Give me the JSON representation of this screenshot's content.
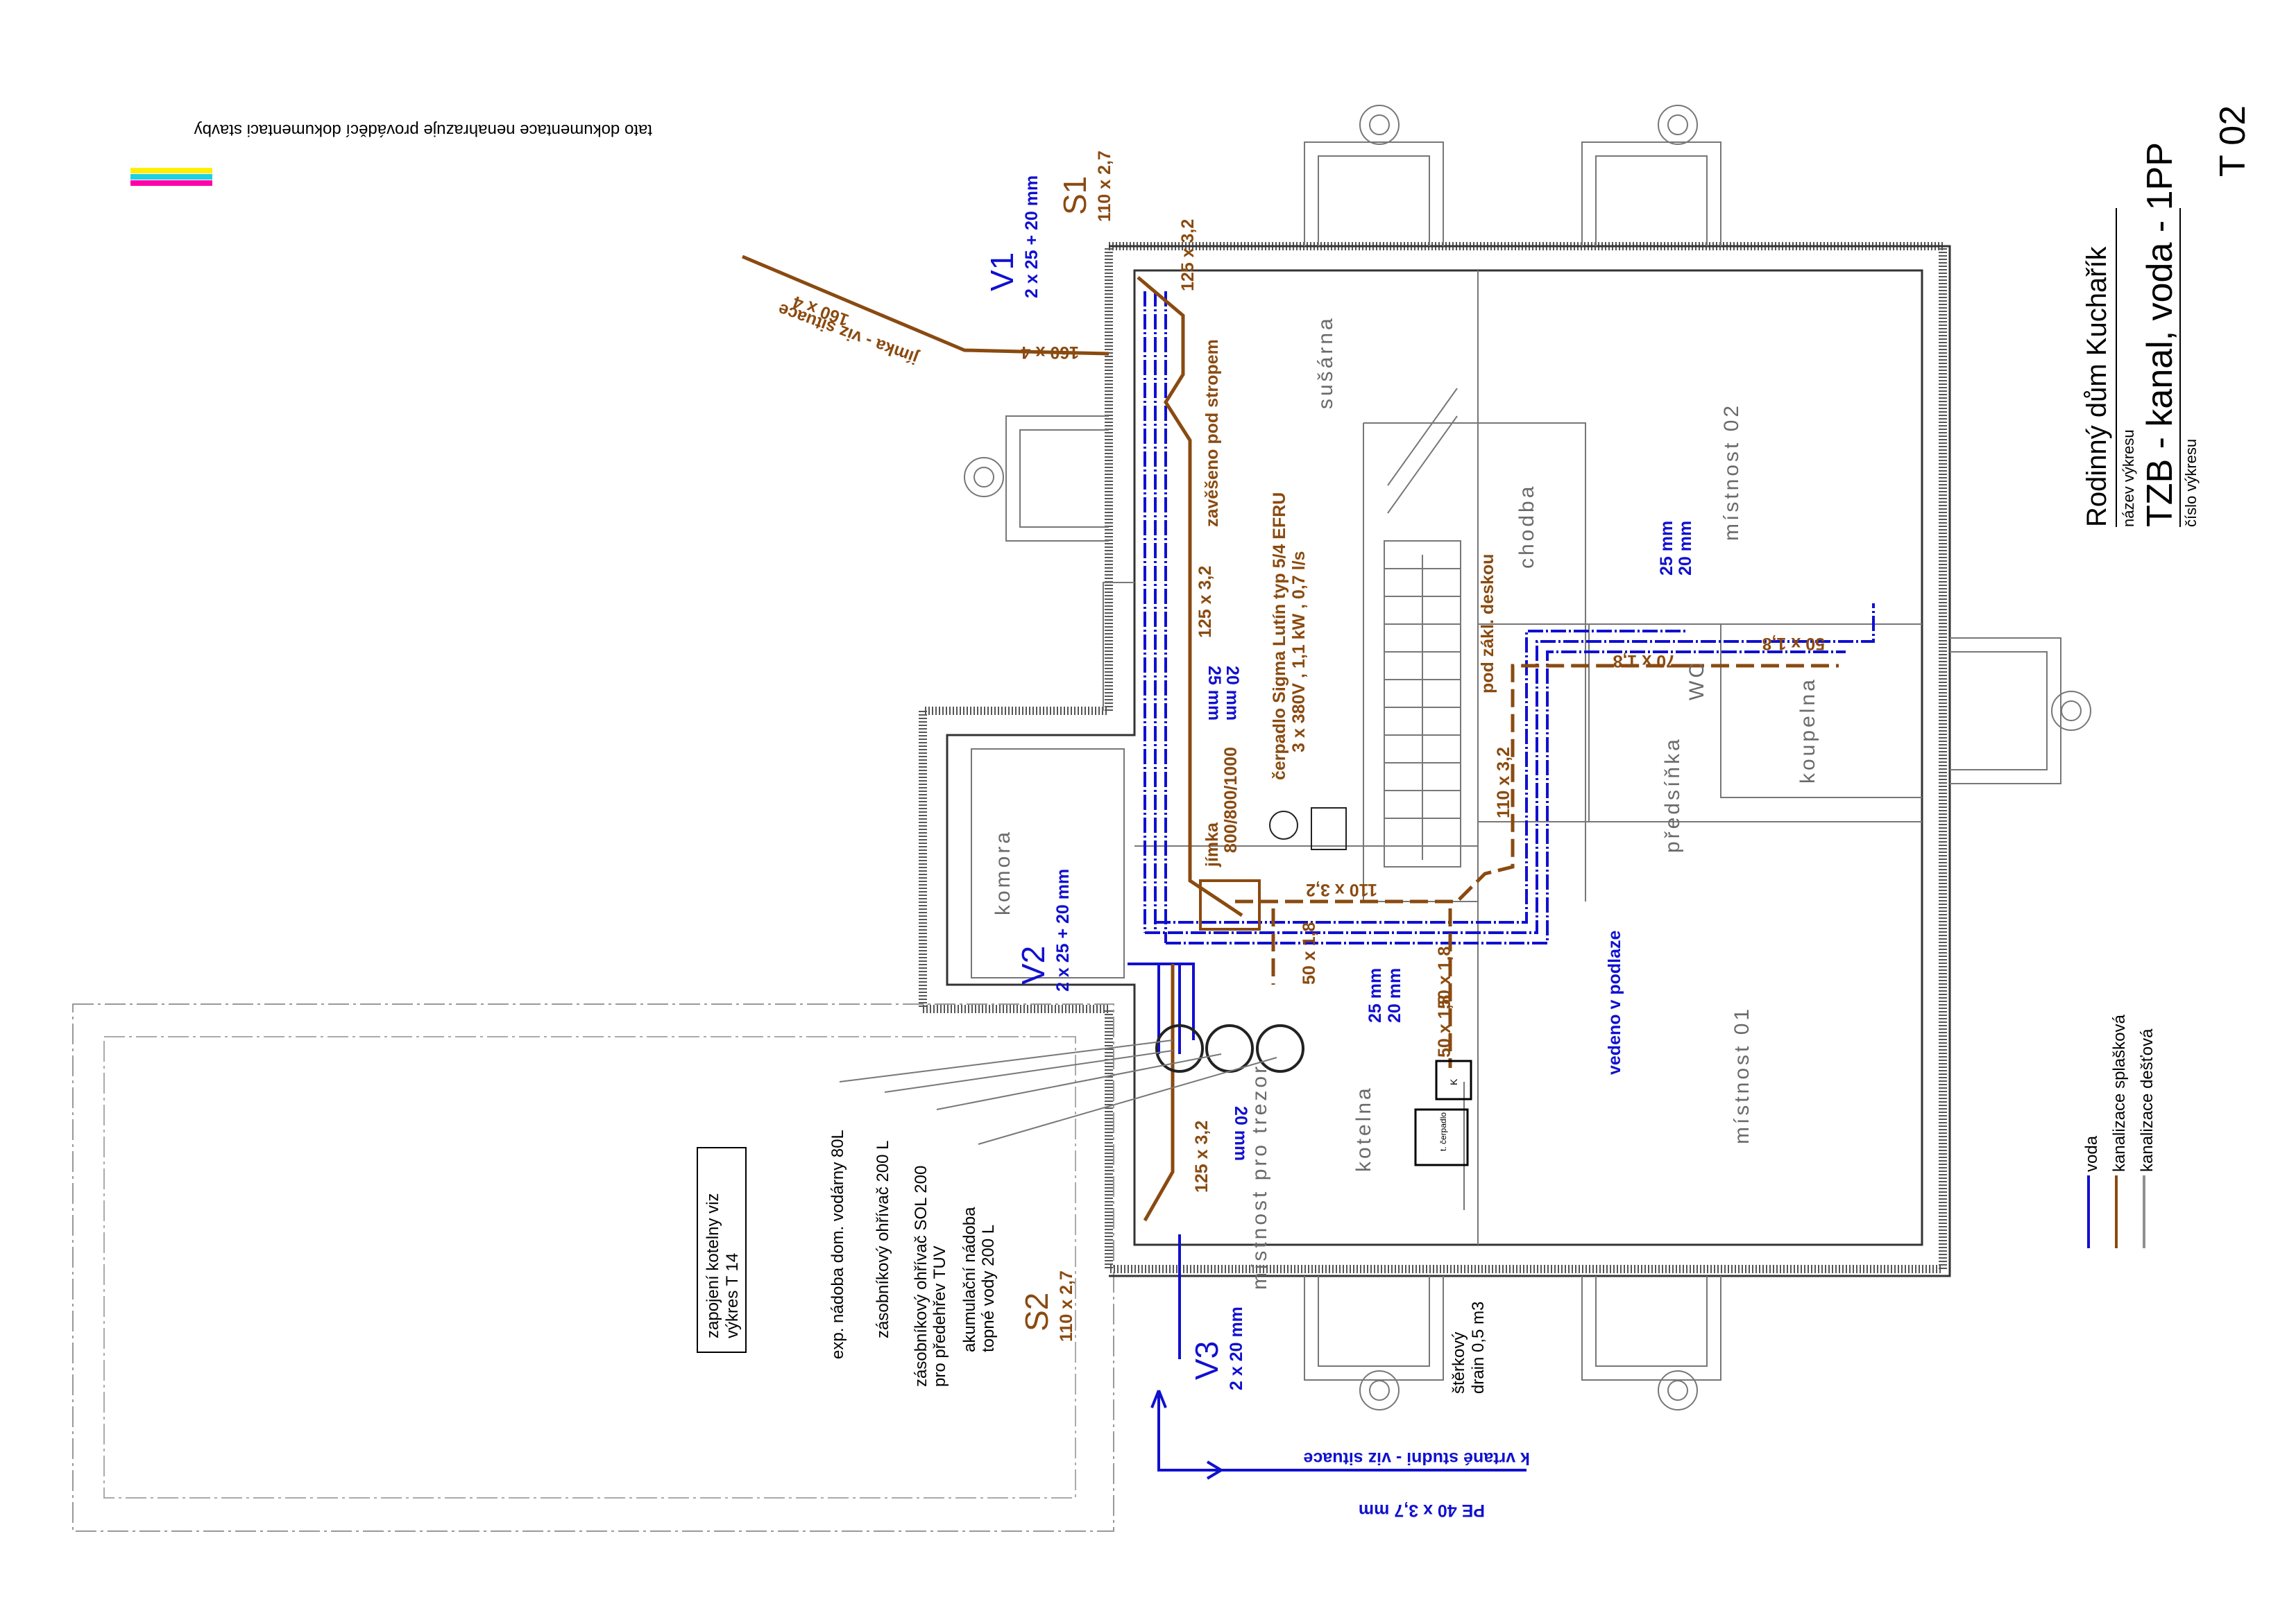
{
  "disclaimer": "tato dokumentace nenahrazuje prováděcí dokumentaci stavby",
  "title_block": {
    "project": "Rodinný dům Kuchařík",
    "drawing_name_label": "název výkresu",
    "drawing_name": "TZB - kanal, voda - 1PP",
    "drawing_number_label": "číslo výkresu",
    "drawing_number": "T 02"
  },
  "legend": [
    {
      "label": "voda",
      "color": "#1010d0"
    },
    {
      "label": "kanalizace splašková",
      "color": "#8a4a10"
    },
    {
      "label": "kanalizace dešťová",
      "color": "#909090"
    }
  ],
  "colors": {
    "water": "#1010d0",
    "sewer": "#8a4a10",
    "rain": "#909090"
  },
  "rooms": {
    "susarna": "sušárna",
    "mistnost02": "místnost 02",
    "chodba": "chodba",
    "komora": "komora",
    "koupelna": "koupelna",
    "predsinka": "předsíňka",
    "wc": "WC",
    "mistnost01": "místnost 01",
    "kotelna": "kotelna",
    "trezor": "místnost pro trezor"
  },
  "risers": {
    "v1": {
      "name": "V1",
      "spec": "2 x 25 + 20 mm"
    },
    "s1": {
      "name": "S1",
      "spec": "110 x 2,7"
    },
    "v2": {
      "name": "V2",
      "spec": "2 x 25 + 20 mm"
    },
    "s2": {
      "name": "S2",
      "spec": "110 x 2,7"
    },
    "v3": {
      "name": "V3",
      "spec": "2 x 20 mm"
    }
  },
  "pipe_labels": {
    "p160a": "160 x 4",
    "p160b": "160 x 4",
    "jimka_situace": "jímka - viz situace",
    "p125a": "125 x 3,2",
    "zaveseno": "zavěšeno pod stropem",
    "p125b": "125 x 3,2",
    "d25a": "25 mm",
    "d20a": "20 mm",
    "jimka": "jímka",
    "jimka_dim": "800/800/1000",
    "pump_a": "čerpadlo Sigma Lutín typ 5/4 EFRU",
    "pump_b": "3 x 380V , 1,1 kW , 0,7 l/s",
    "pod_zakl": "pod zákl. deskou",
    "p110a": "110 x 3,2",
    "p110b": "110 x 3,2",
    "p50a": "50 x 1,8",
    "d25b": "25 mm",
    "d20b": "20 mm",
    "p50b": "50 x 1,8",
    "p50c": "50 x 1,8",
    "p70": "70 x 1,8",
    "p50d": "50 x 1,8",
    "d25c": "25 mm",
    "d20c": "20 mm",
    "vedeno": "vedeno v podlaze",
    "p125c": "125 x 3,2",
    "d20d": "20 mm",
    "pump_box": "t. čerpadlo",
    "k_box": "K",
    "studna": "k vrtané studni - viz situace",
    "pe": "PE 40 x 3,7 mm",
    "drain_a": "štěrkový",
    "drain_b": "drain 0,5 m3"
  },
  "equipment": {
    "exp": "exp. nádoba dom. vodárny 80L",
    "ohrivac": "zásobníkový ohřívač 200 L",
    "sol_a": "zásobníkový ohřívač SOL 200",
    "sol_b": "pro předehřev TUV",
    "aku_a": "akumulační nádoba",
    "aku_b": "topné vody 200 L"
  },
  "boiler_note": {
    "line1": "zapojení kotelny viz",
    "line2": "výkres T 14"
  }
}
